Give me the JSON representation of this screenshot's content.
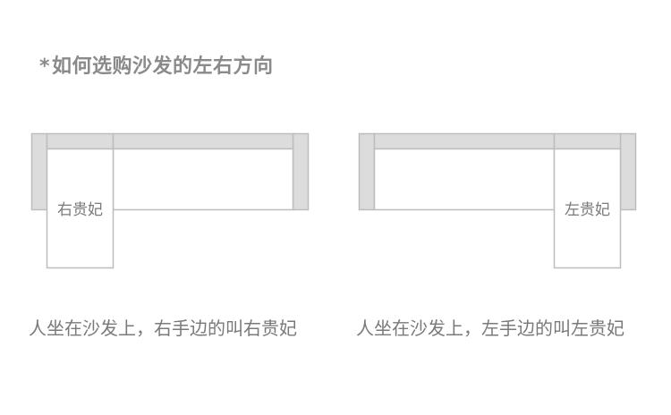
{
  "title": {
    "star": "*",
    "text": "如何选购沙发的左右方向"
  },
  "sofas": [
    {
      "label": "右贵妃",
      "caption": "人坐在沙发上，右手边的叫右贵妃"
    },
    {
      "label": "左贵妃",
      "caption": "人坐在沙发上，左手边的叫左贵妃"
    }
  ],
  "colors": {
    "outline": "#bdbdbd",
    "fill": "#dcdcdc",
    "text": "#7a7a7a",
    "title": "#8a8a8a"
  }
}
